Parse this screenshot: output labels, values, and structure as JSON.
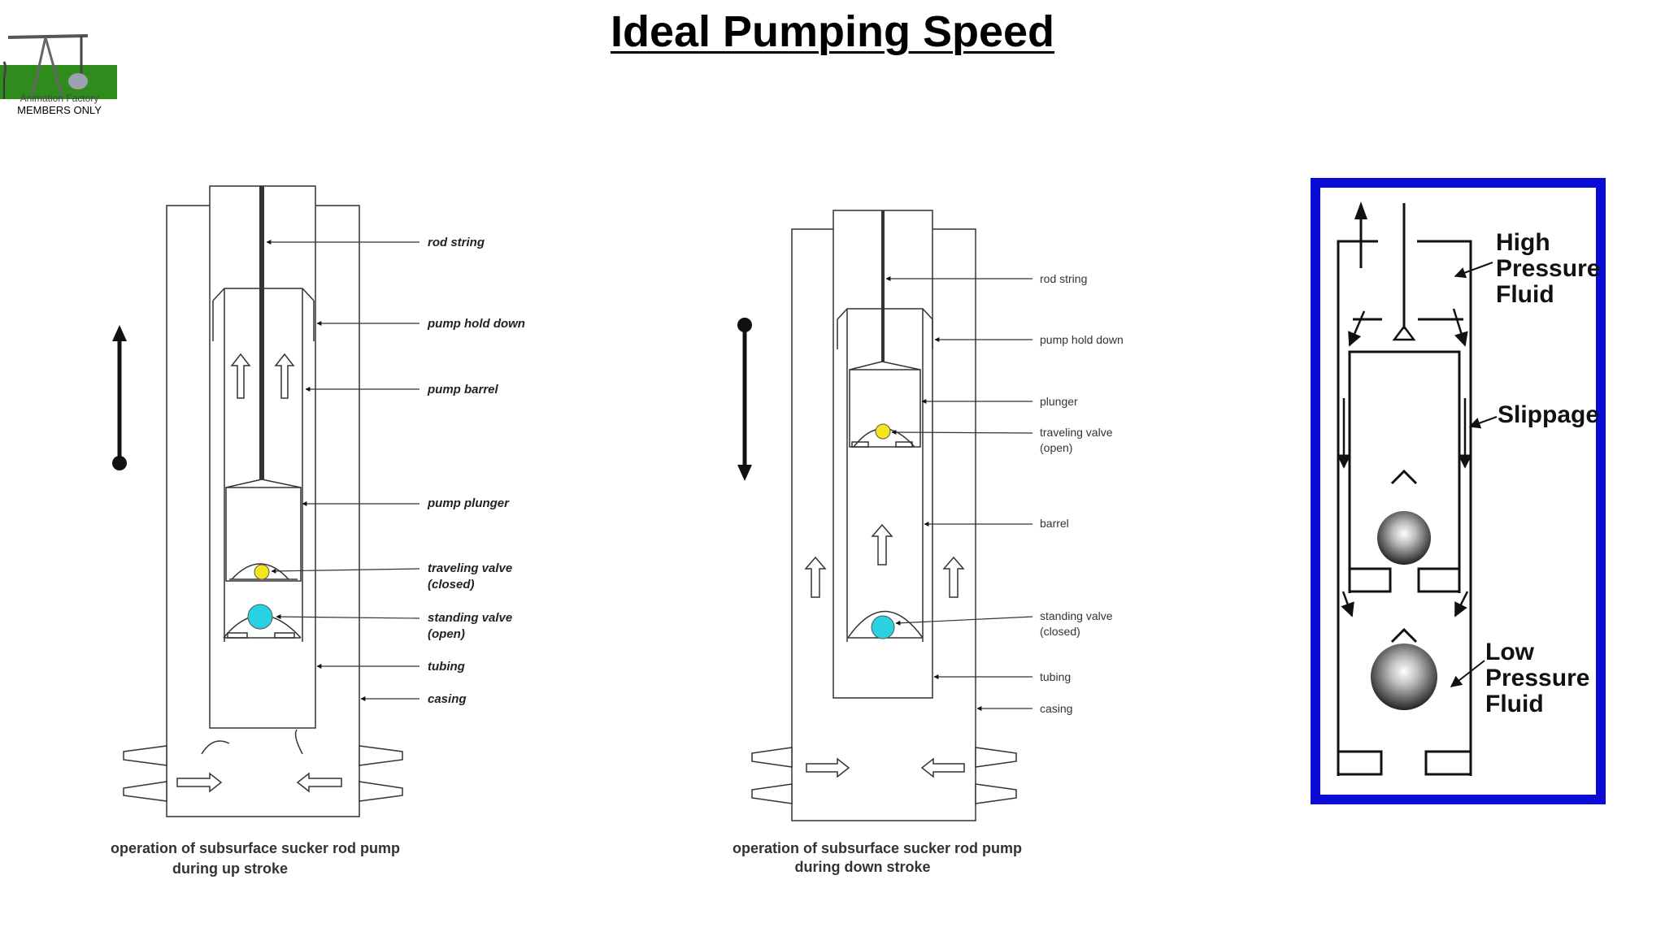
{
  "title": "Ideal Pumping Speed",
  "logo": {
    "line1": "Animation Factory",
    "line2": "MEMBERS ONLY"
  },
  "upstroke": {
    "labels": {
      "rod_string": "rod string",
      "pump_hold_down": "pump hold down",
      "pump_barrel": "pump barrel",
      "pump_plunger": "pump plunger",
      "traveling_valve_1": "traveling valve",
      "traveling_valve_2": "(closed)",
      "standing_valve_1": "standing valve",
      "standing_valve_2": "(open)",
      "tubing": "tubing",
      "casing": "casing"
    },
    "caption_1": "operation of subsurface sucker rod pump",
    "caption_2": "during up stroke"
  },
  "downstroke": {
    "labels": {
      "rod_string": "rod string",
      "pump_hold_down": "pump hold down",
      "plunger": "plunger",
      "traveling_valve_1": "traveling valve",
      "traveling_valve_2": "(open)",
      "barrel": "barrel",
      "standing_valve_1": "standing valve",
      "standing_valve_2": "(closed)",
      "tubing": "tubing",
      "casing": "casing"
    },
    "caption_1": "operation of subsurface sucker rod pump",
    "caption_2": "during down stroke"
  },
  "slippage_panel": {
    "high_1": "High",
    "high_2": "Pressure",
    "high_3": "Fluid",
    "slippage": "Slippage",
    "low_1": "Low",
    "low_2": "Pressure",
    "low_3": "Fluid"
  },
  "colors": {
    "traveling_valve": "#f5e51c",
    "standing_valve": "#29d2e0",
    "panel_border": "#0b0bd6",
    "logo_green": "#2e8b1c"
  }
}
